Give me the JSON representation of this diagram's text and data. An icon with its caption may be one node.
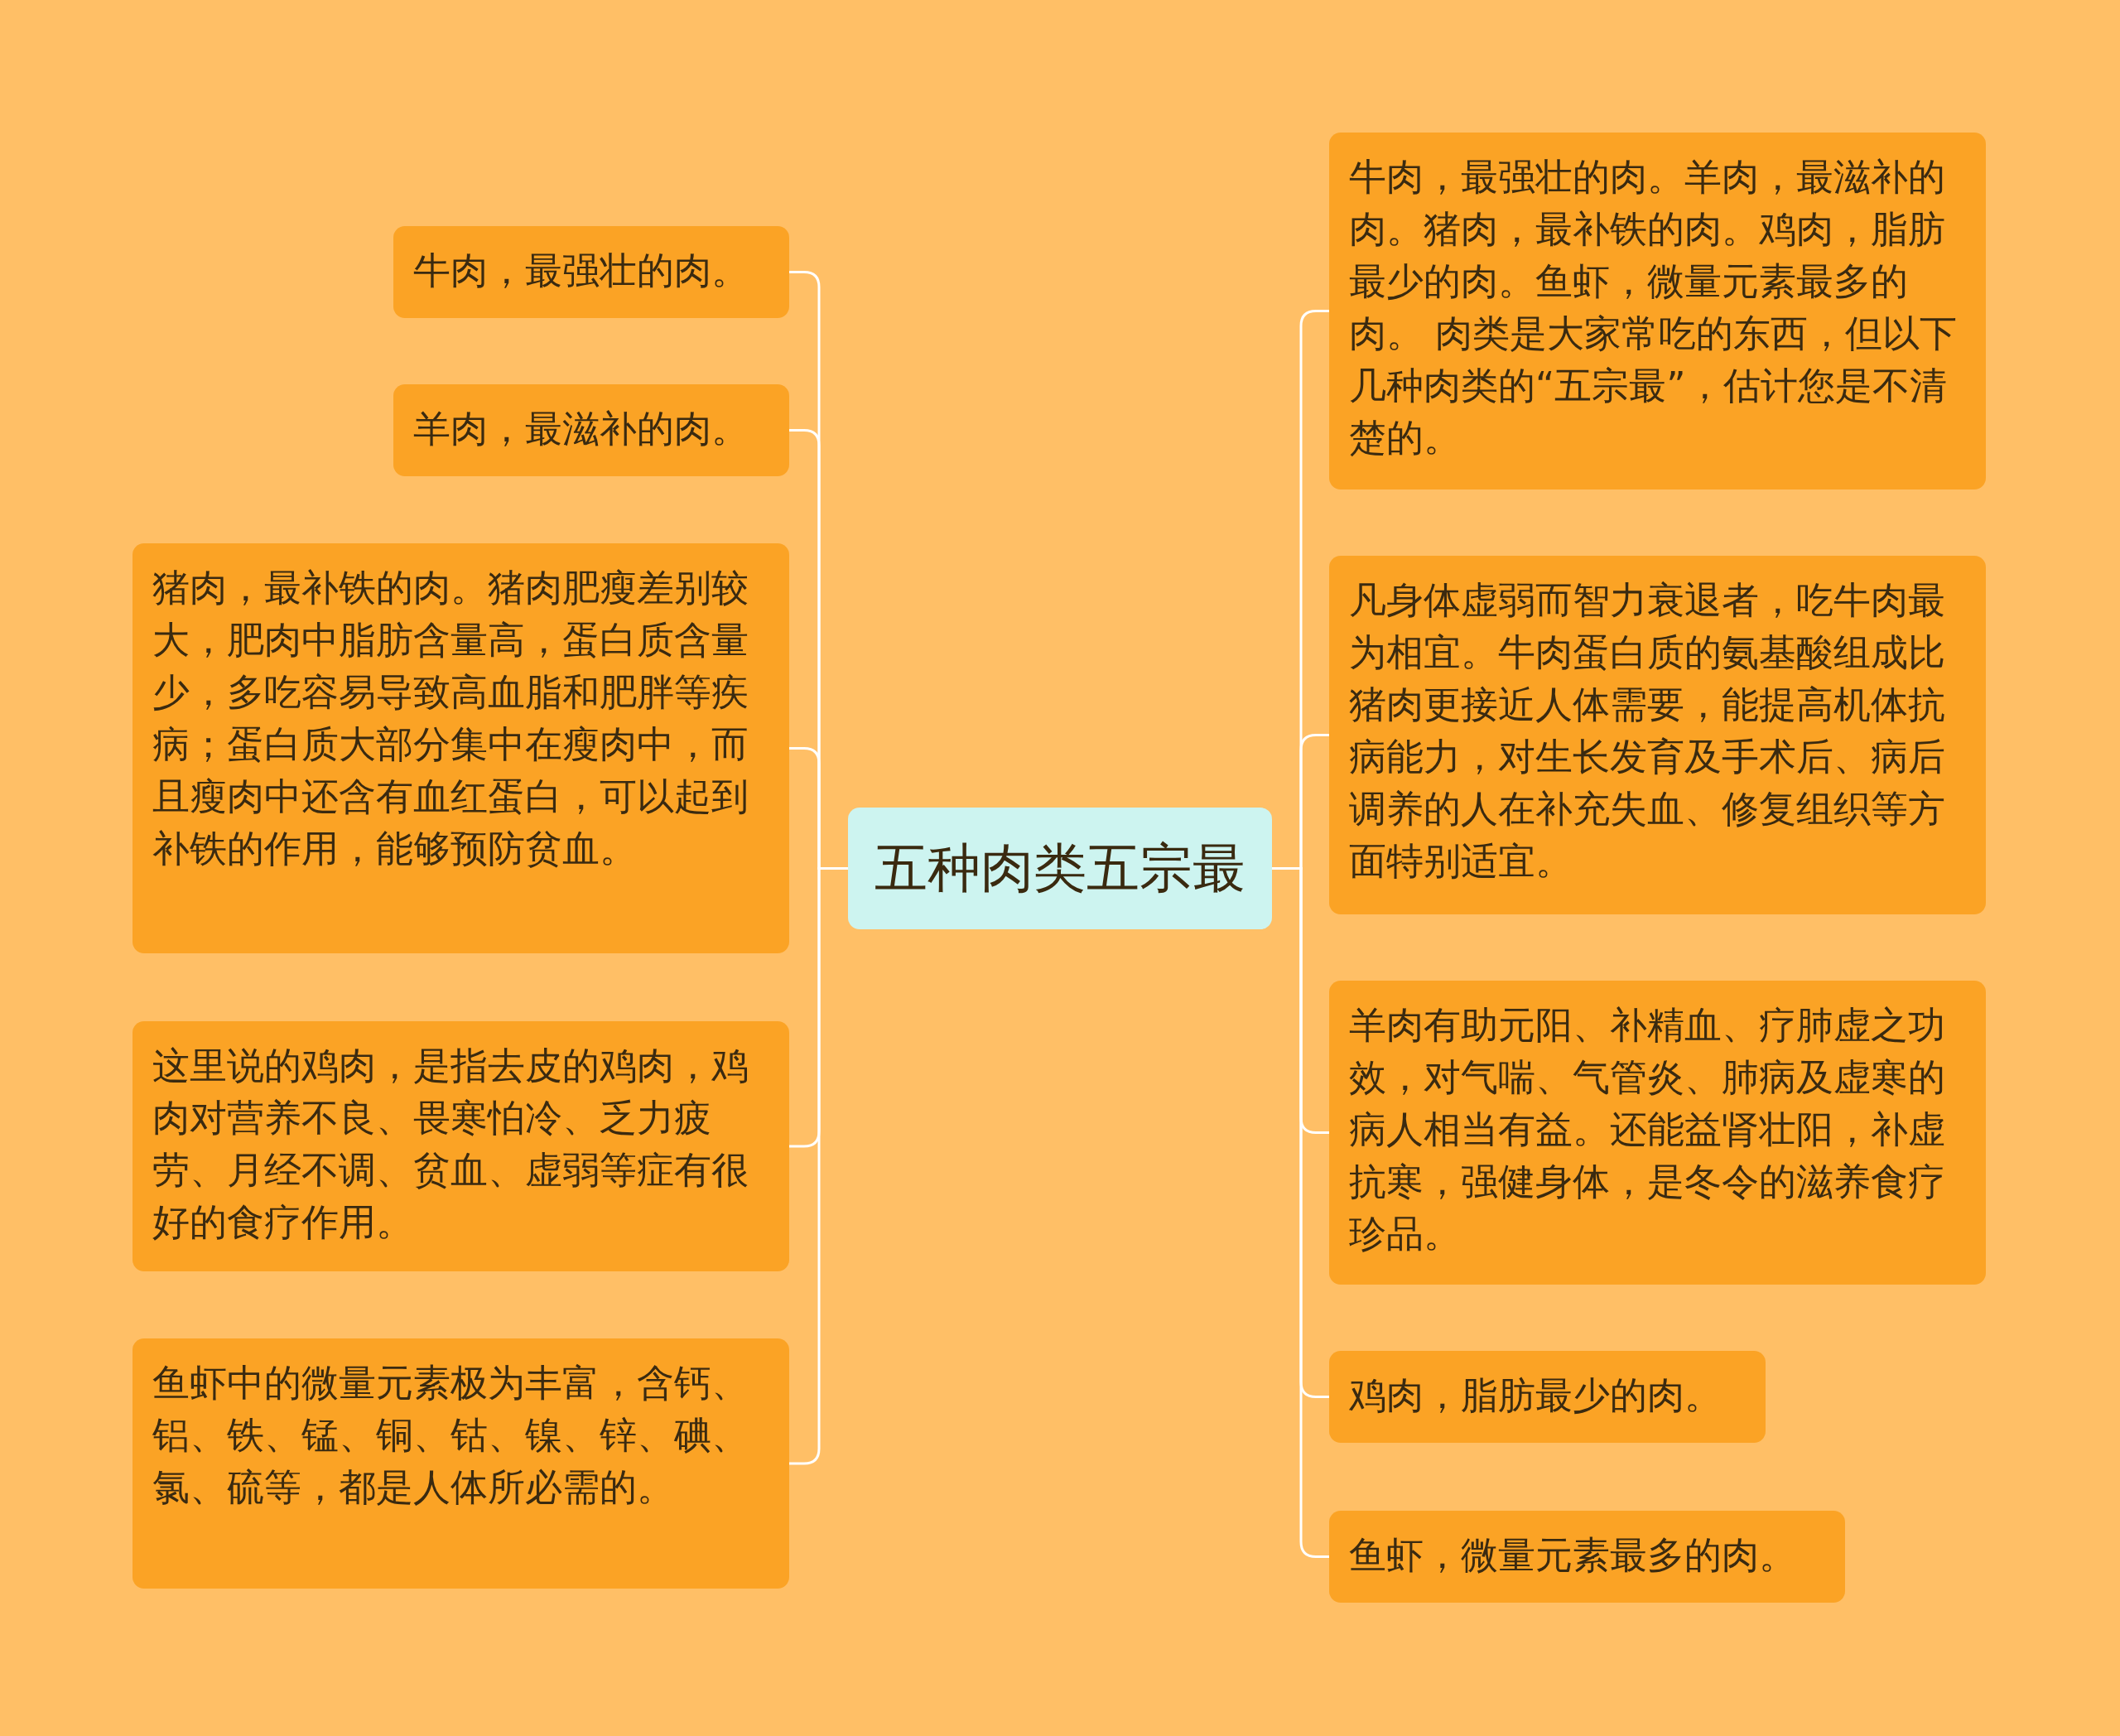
{
  "diagram": {
    "nodes": [
      {
        "text": [
          "五种肉类五宗最"
        ]
      },
      {
        "text": [
          "牛肉，最强壮的肉。"
        ]
      },
      {
        "text": [
          "羊肉，最滋补的肉。"
        ]
      },
      {
        "text": [
          "猪肉，最补铁的肉。猪肉肥瘦差别较大，肥肉中脂肪含量高，蛋白质含量少，多吃容易导致高血脂和肥胖等疾病；蛋白质大部分集中在瘦肉中，而且瘦肉中还含有血红蛋白，可以起到补铁的作用，能够预防贫血。"
        ]
      },
      {
        "text": [
          "这里说的鸡肉，是指去皮的鸡肉，鸡肉对营养不良、畏寒怕冷、乏力疲劳、月经不调、贫血、虚弱等症有很好的食疗作用。"
        ]
      },
      {
        "text": [
          "鱼虾中的微量元素极为丰富，含钙、铝、铁、锰、铜、钴、镍、锌、碘、氯、硫等，都是人体所必需的。"
        ]
      },
      {
        "text": [
          "牛肉，最强壮的肉。羊肉，最滋补的肉。猪肉，最补铁的肉。鸡肉，脂肪最少的肉。鱼虾，微量元素最多的肉。 肉类是大家常吃的东西，但以下几种肉类的“五宗最”，估计您是不清楚的。"
        ]
      },
      {
        "text": [
          "凡身体虚弱而智力衰退者，吃牛肉最为相宜。牛肉蛋白质的氨基酸组成比猪肉更接近人体需要，能提高机体抗病能力，对生长发育及手术后、病后调养的人在补充失血、修复组织等方面特别适宜。"
        ]
      },
      {
        "text": [
          "羊肉有助元阳、补精血、疗肺虚之功效，对气喘、气管炎、肺病及虚寒的病人相当有益。还能益肾壮阳，补虚抗寒，强健身体，是冬令的滋养食疗珍品。"
        ]
      },
      {
        "text": [
          "鸡肉，脂肪最少的肉。"
        ]
      },
      {
        "text": [
          "鱼虾，微量元素最多的肉。"
        ]
      }
    ],
    "edges": [
      {
        "from": 0,
        "to": 1,
        "arrow": "none"
      },
      {
        "from": 0,
        "to": 2,
        "arrow": "none"
      },
      {
        "from": 0,
        "to": 3,
        "arrow": "none"
      },
      {
        "from": 0,
        "to": 4,
        "arrow": "none"
      },
      {
        "from": 0,
        "to": 5,
        "arrow": "none"
      },
      {
        "from": 0,
        "to": 6,
        "arrow": "none"
      },
      {
        "from": 0,
        "to": 7,
        "arrow": "none"
      },
      {
        "from": 0,
        "to": 8,
        "arrow": "none"
      },
      {
        "from": 0,
        "to": 9,
        "arrow": "none"
      },
      {
        "from": 0,
        "to": 10,
        "arrow": "none"
      }
    ]
  }
}
